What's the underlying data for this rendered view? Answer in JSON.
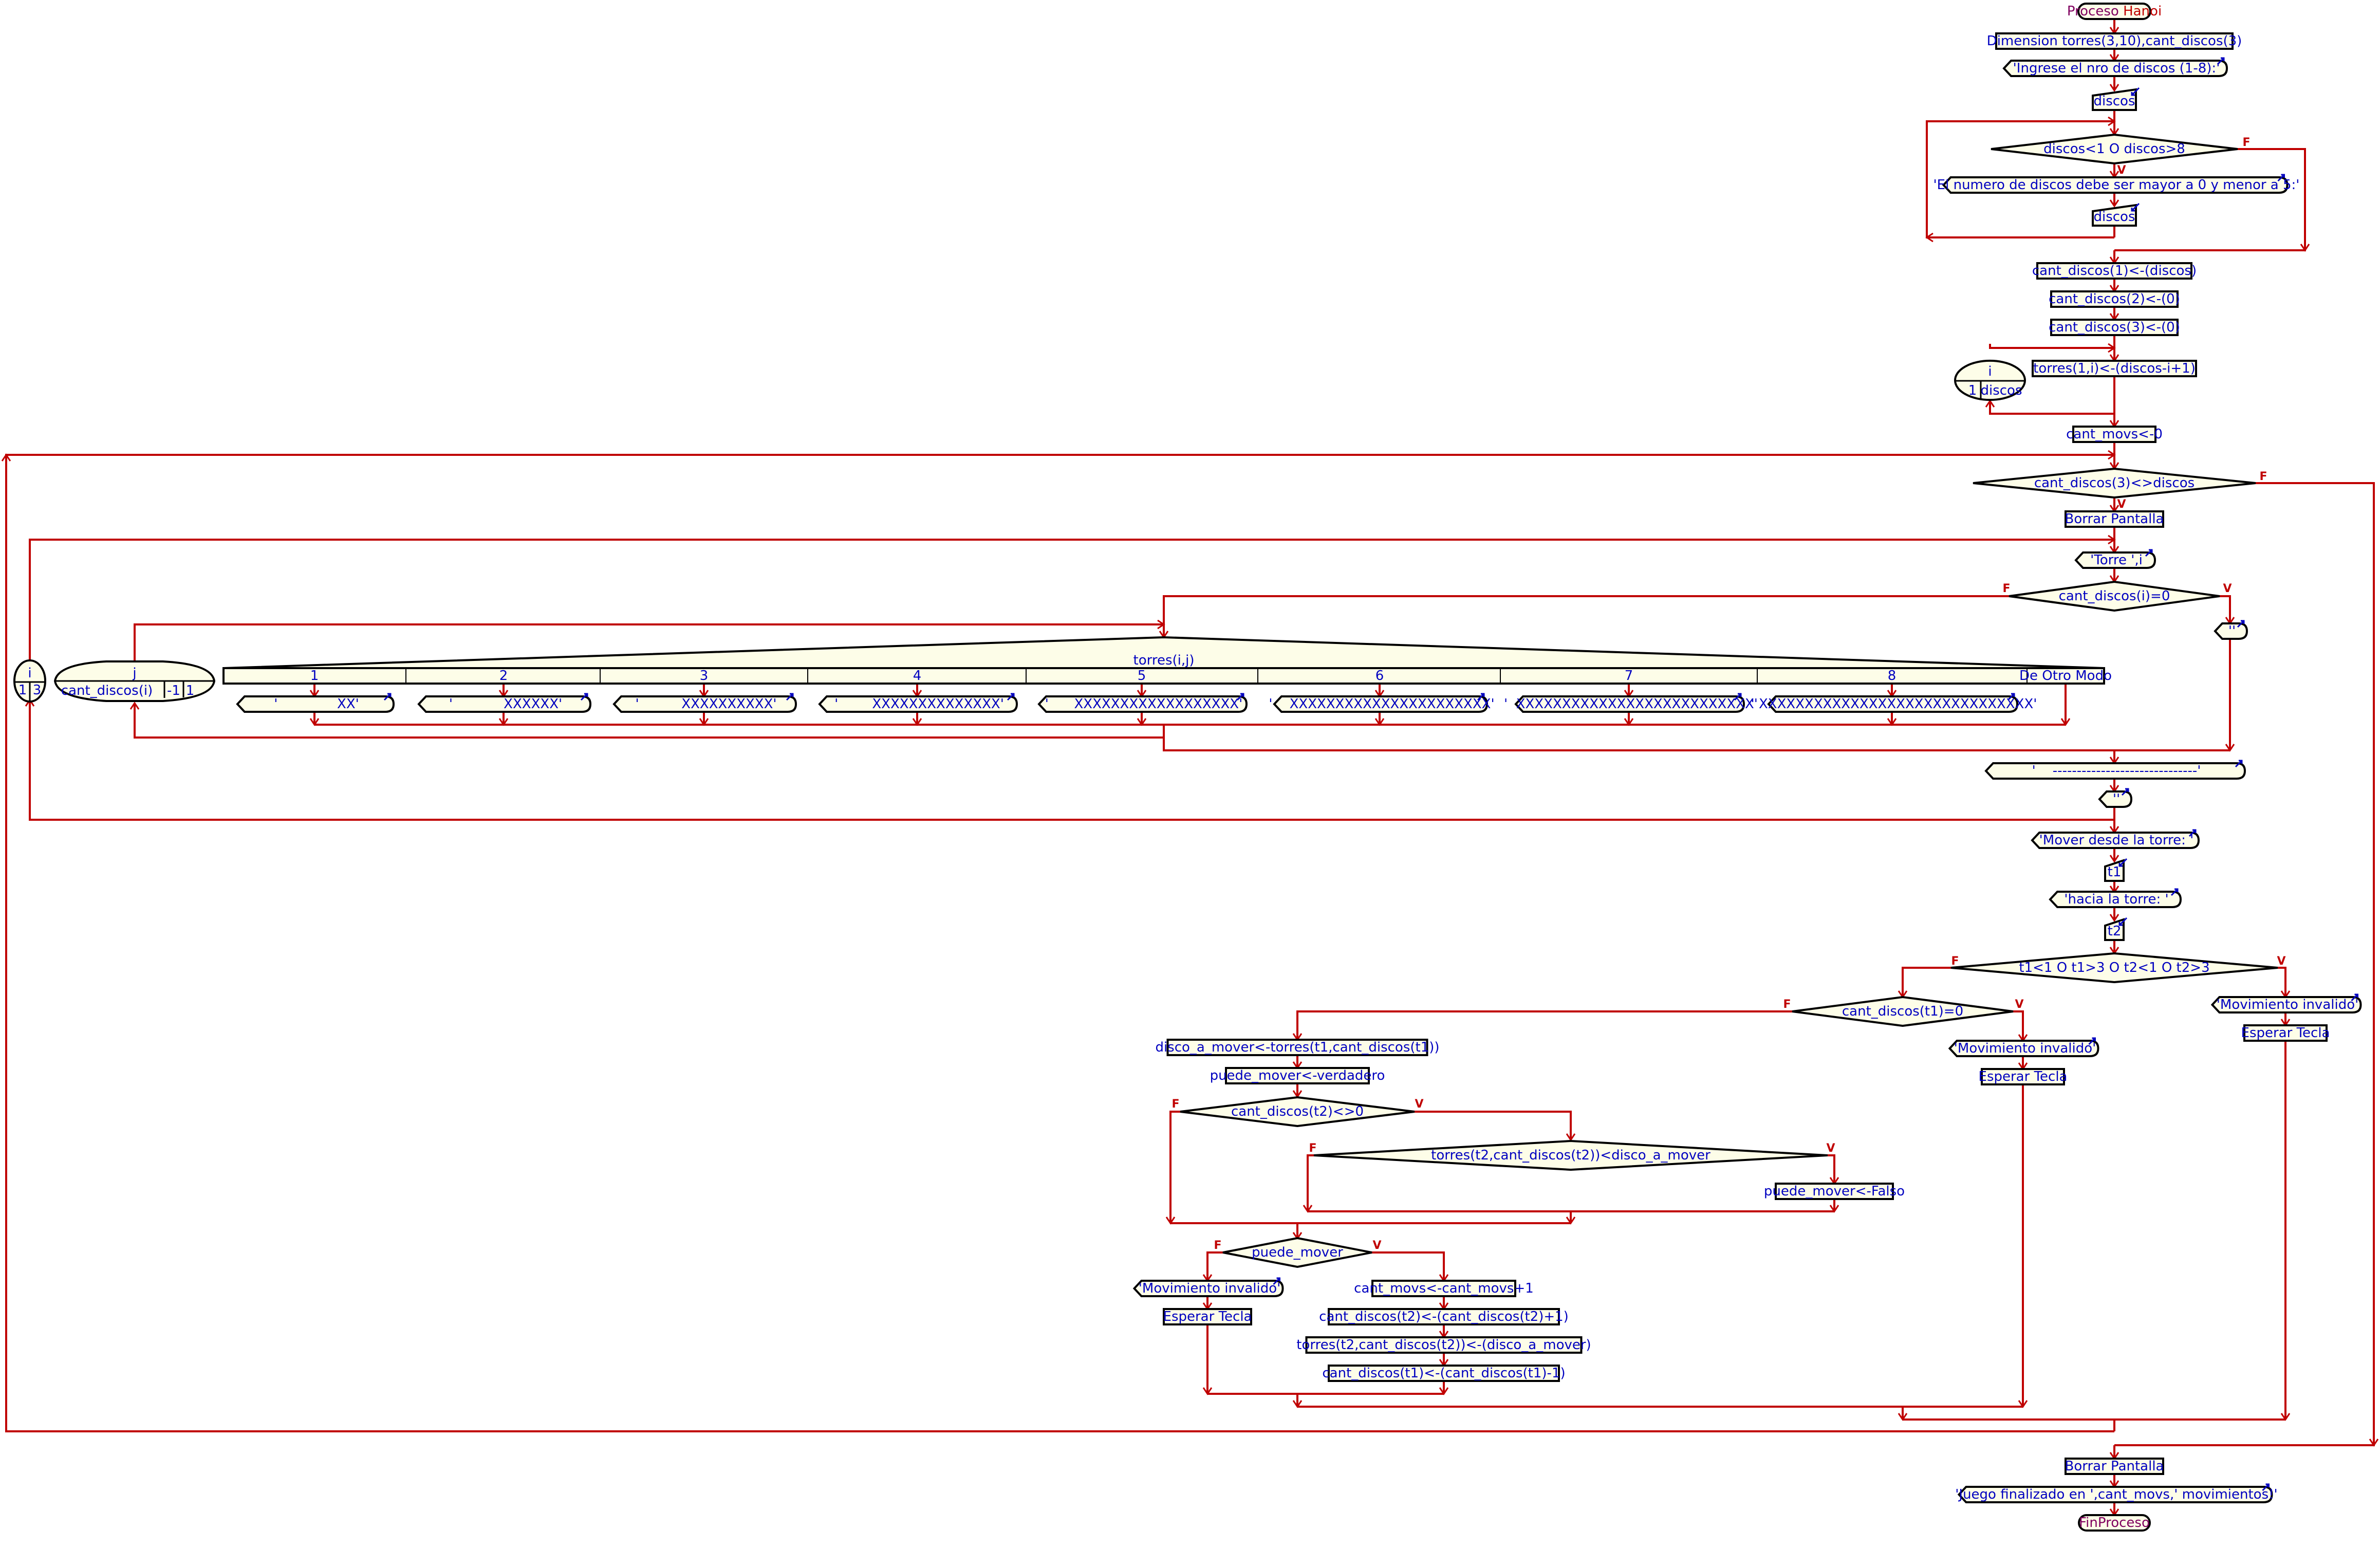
{
  "title": {
    "keyword": "Proceso",
    "name": "Hanoi",
    "end": "FinProceso"
  },
  "colors": {
    "flow": "#c00000",
    "text": "#0000c0",
    "shape_fill": "#fdfde8",
    "keyword": "#800060"
  },
  "branch_labels": {
    "true": "V",
    "false": "F"
  },
  "nodes": {
    "dimension": "Dimension torres(3,10),cant_discos(3)",
    "prompt_discos": "'Ingrese el nro de discos (1-8):'",
    "read_discos": "discos",
    "while_invalid": "discos<1 O discos>8",
    "error_msg": "'El numero de discos debe ser mayor a 0 y menor a 5:'",
    "read_discos_again": "discos",
    "set_cd1": "cant_discos(1)<-(discos)",
    "set_cd2": "cant_discos(2)<-(0)",
    "set_cd3": "cant_discos(3)<-(0)",
    "for_i_init": {
      "var": "i",
      "from": "1",
      "to": "discos"
    },
    "set_torres": "torres(1,i)<-(discos-i+1)",
    "init_movs": "cant_movs<-0",
    "while_game": "cant_discos(3)<>discos",
    "clear1": "Borrar Pantalla",
    "print_torre": "'Torre ',i",
    "if_empty": "cant_discos(i)=0",
    "print_blank_empty": "''",
    "for_i_print": {
      "var": "i",
      "from": "1",
      "to": "3"
    },
    "for_j": {
      "var": "j",
      "from": "cant_discos(i)",
      "step": "-1",
      "to": "1"
    },
    "segun": {
      "expr": "torres(i,j)",
      "cases": [
        {
          "label": "1",
          "out": "'              XX'"
        },
        {
          "label": "2",
          "out": "'            XXXXXX'"
        },
        {
          "label": "3",
          "out": "'          XXXXXXXXXX'"
        },
        {
          "label": "4",
          "out": "'        XXXXXXXXXXXXXX'"
        },
        {
          "label": "5",
          "out": "'      XXXXXXXXXXXXXXXXXX'"
        },
        {
          "label": "6",
          "out": "'    XXXXXXXXXXXXXXXXXXXXXX'"
        },
        {
          "label": "7",
          "out": "'  XXXXXXXXXXXXXXXXXXXXXXXXXX'"
        },
        {
          "label": "8",
          "out": "' XXXXXXXXXXXXXXXXXXXXXXXXXXXXXX'"
        }
      ],
      "default": "De Otro Modo"
    },
    "print_dashes": "'    ------------------------------'",
    "print_blank": "''",
    "prompt_from": "'Mover desde la torre: '",
    "read_t1": "t1",
    "prompt_to": "'hacia la torre: '",
    "read_t2": "t2",
    "if_range": "t1<1 O t1>3 O t2<1 O t2>3",
    "invalid_range_msg": "'Movimiento invalido'",
    "wait_range": "Esperar Tecla",
    "if_src_empty": "cant_discos(t1)=0",
    "invalid_empty_msg": "'Movimiento invalido'",
    "wait_empty": "Esperar Tecla",
    "set_disk": "disco_a_mover<-torres(t1,cant_discos(t1))",
    "set_can_move": "puede_mover<-verdadero",
    "if_dest_nonempty": "cant_discos(t2)<>0",
    "if_bigger": "torres(t2,cant_discos(t2))<disco_a_mover",
    "set_cannot": "puede_mover<-Falso",
    "if_can_move": "puede_mover",
    "invalid_move_msg": "'Movimiento invalido'",
    "wait_move": "Esperar Tecla",
    "inc_movs": "cant_movs<-cant_movs+1",
    "inc_dest": "cant_discos(t2)<-(cant_discos(t2)+1)",
    "place_disk": "torres(t2,cant_discos(t2))<-(disco_a_mover)",
    "dec_src": "cant_discos(t1)<-(cant_discos(t1)-1)",
    "clear2": "Borrar Pantalla",
    "final_msg": "'Juego finalizado en ',cant_movs,' movimientos!'"
  }
}
